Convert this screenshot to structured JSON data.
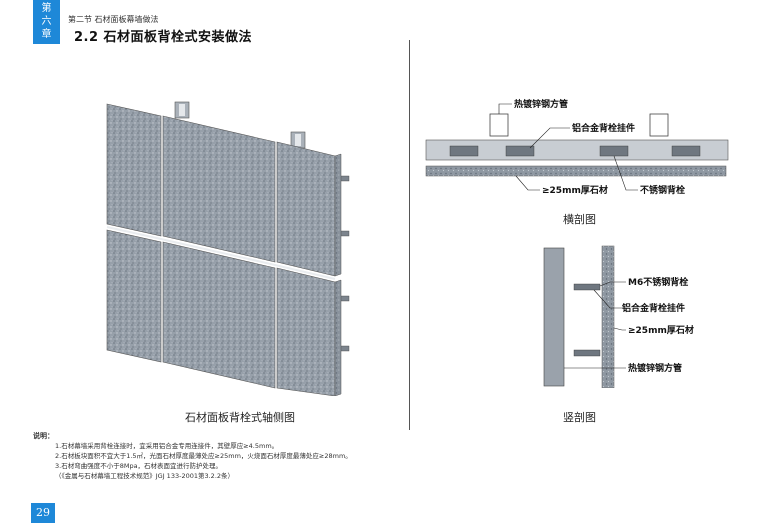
{
  "header": {
    "chapter_lines": [
      "第",
      "六",
      "章"
    ],
    "section": "第二节 石材面板幕墙做法",
    "title": "2.2 石材面板背栓式安装做法"
  },
  "axonometric": {
    "caption": "石材面板背栓式轴侧图"
  },
  "plan_section": {
    "caption": "横剖图",
    "labels": {
      "tube": "热镀锌钢方管",
      "bracket": "铝合金背栓挂件",
      "stone": "≥25mm厚石材",
      "bolt": "不锈钢背栓"
    }
  },
  "vertical_section": {
    "caption": "竖剖图",
    "labels": {
      "bolt": "M6不锈钢背栓",
      "bracket": "铝合金背栓挂件",
      "stone": "≥25mm厚石材",
      "tube": "热镀锌钢方管"
    }
  },
  "notes": {
    "title": "说明：",
    "items": [
      "1.石材幕墙采用背栓连接时，宜采用铝合金专用连接件，其壁厚应≥4.5mm。",
      "2.石材板块面积不宜大于1.5㎡，光面石材厚度最薄处应≥25mm，火烧面石材厚度最薄处应≥28mm。",
      "3.石材弯曲强度不小于8Mpa，石材表面宜进行防护处理。"
    ],
    "reference": "（《金属与石材幕墙工程技术规范》JGJ 133-2001第3.2.2条）"
  },
  "page_number": "29",
  "colors": {
    "accent": "#1e88d8",
    "stone": "#9aa3ad",
    "metal": "#c8cdd3"
  }
}
